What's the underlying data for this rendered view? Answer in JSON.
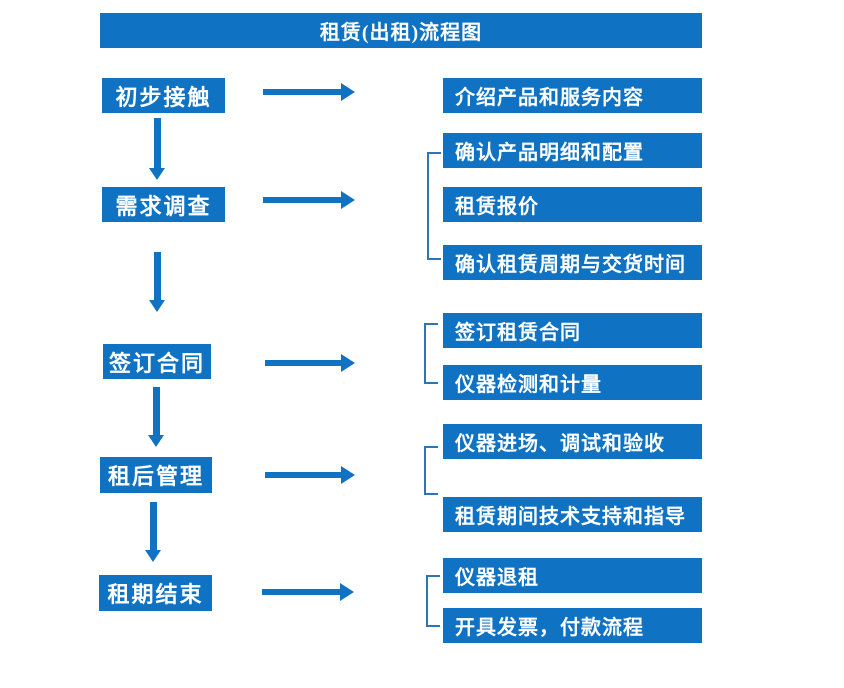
{
  "title": "租赁(出租)流程图",
  "colors": {
    "primary_blue": "#1072C2",
    "bracket_blue": "#2E75B6",
    "text": "#FFFFFF",
    "background": "#FFFFFF"
  },
  "left_steps": [
    {
      "label": "初步接触"
    },
    {
      "label": "需求调查"
    },
    {
      "label": "签订合同"
    },
    {
      "label": "租后管理"
    },
    {
      "label": "租期结束"
    }
  ],
  "right_steps": [
    {
      "label": "介绍产品和服务内容"
    },
    {
      "label": "确认产品明细和配置"
    },
    {
      "label": "租赁报价"
    },
    {
      "label": "确认租赁周期与交货时间"
    },
    {
      "label": "签订租赁合同"
    },
    {
      "label": "仪器检测和计量"
    },
    {
      "label": "仪器进场、调试和验收"
    },
    {
      "label": "租赁期间技术支持和指导"
    },
    {
      "label": "仪器退租"
    },
    {
      "label": "开具发票，付款流程"
    }
  ]
}
